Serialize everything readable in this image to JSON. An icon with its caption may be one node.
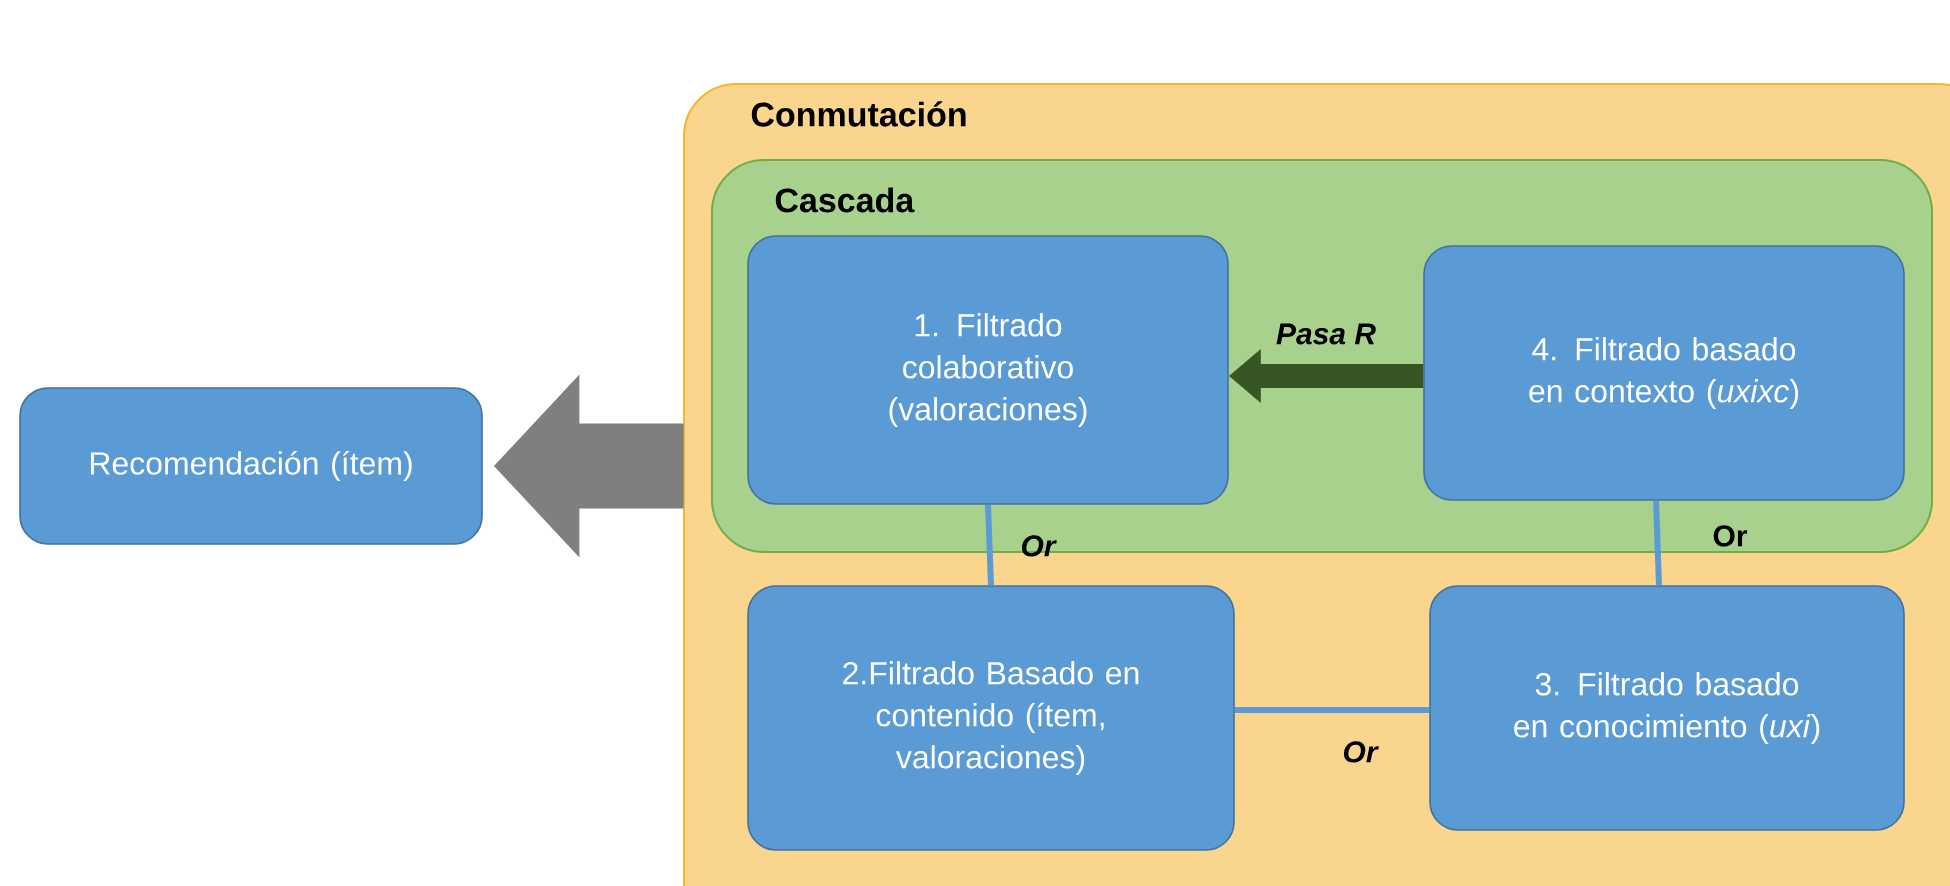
{
  "diagram": {
    "nodes": [
      {
        "text": [
          "Conmutación"
        ]
      },
      {
        "text": [
          "Cascada"
        ],
        "in": 0
      },
      {
        "text": [
          "1. Filtrado colaborativo (valoraciones)"
        ],
        "in": 1
      },
      {
        "text": [
          "4. Filtrado basado en contexto (*uxixc*)"
        ],
        "in": 1
      },
      {
        "text": [
          "2.Filtrado Basado en contenido (ítem, valoraciones)"
        ],
        "in": 0
      },
      {
        "text": [
          "3. Filtrado basado en conocimiento (*uxi*)"
        ],
        "in": 0
      },
      {
        "text": [
          "Recomendación (ítem)"
        ]
      }
    ],
    "edges": [
      {
        "from": 3,
        "to": 2,
        "arrow": "to",
        "label": "Pasa R",
        "style": "thick",
        "color": "#375623"
      },
      {
        "from": 2,
        "to": 4,
        "arrow": "none",
        "label": "Or"
      },
      {
        "from": 3,
        "to": 5,
        "arrow": "none",
        "label": "Or"
      },
      {
        "from": 4,
        "to": 5,
        "arrow": "none",
        "label": "Or"
      },
      {
        "from": 0,
        "to": 6,
        "arrow": "to",
        "style": "thick",
        "color": "#7f7f7f"
      }
    ]
  }
}
